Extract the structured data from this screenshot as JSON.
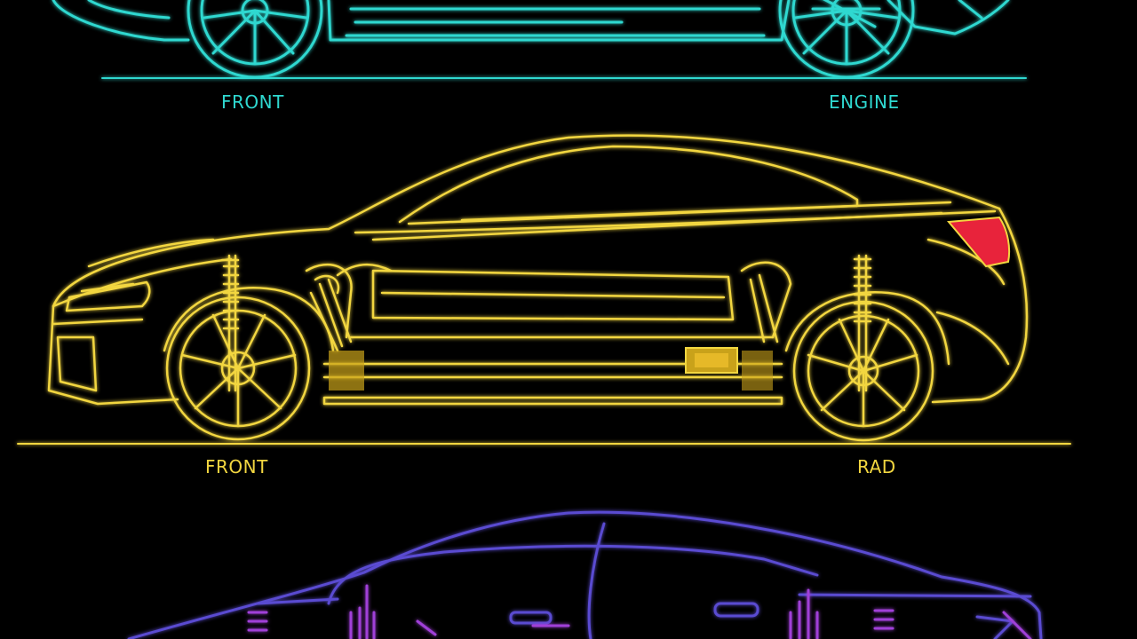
{
  "colors": {
    "background": "#000000",
    "top_car": "#2fd8d0",
    "middle_car": "#f2d640",
    "middle_fill": "#c9a21a",
    "taillight": "#e8233b",
    "bottom_car": "#5a4bd1",
    "bottom_detail": "#a040d8"
  },
  "labels": {
    "top_front": "FRONT",
    "top_engine": "ENGINE",
    "middle_front": "FRONT",
    "middle_rear": "RAD"
  },
  "icons": {
    "top_car": "car-side-outline-icon",
    "middle_car": "car-side-chassis-icon",
    "bottom_car": "car-side-outline-icon"
  }
}
